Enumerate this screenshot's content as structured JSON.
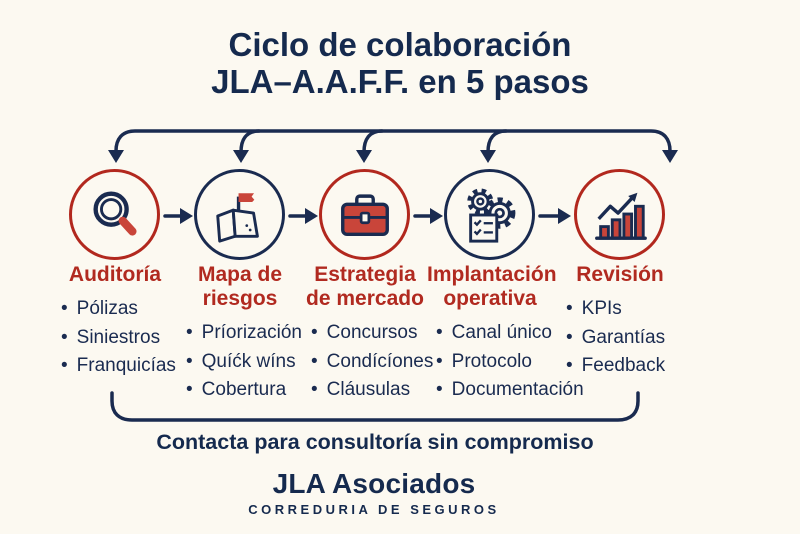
{
  "title": {
    "line1": "Ciclo de colaboración",
    "line2": "JLA–A.A.F.F. en 5 pasos"
  },
  "steps": [
    {
      "name": "Auditoría",
      "icon": "magnifier-icon",
      "title_lines": [
        "Auditoría"
      ],
      "items": [
        "Pólizas",
        "Siniestros",
        "Franquicías"
      ]
    },
    {
      "name": "Mapa de riesgos",
      "icon": "map-flag-icon",
      "title_lines": [
        "Mapa de",
        "riesgos"
      ],
      "items": [
        "Príorización",
        "Quíćk wíns",
        "Cobertura"
      ]
    },
    {
      "name": "Estrategia de mercado",
      "icon": "briefcase-icon",
      "title_lines": [
        "Estrategia",
        "de mercado"
      ],
      "items": [
        "Concursos",
        "Condícíones",
        "Cláusulas"
      ]
    },
    {
      "name": "Implantación operativa",
      "icon": "gears-checklist-icon",
      "title_lines": [
        "Implantación",
        "operativa"
      ],
      "items": [
        "Canal único",
        "Protocolo",
        "Documentación"
      ]
    },
    {
      "name": "Revisión",
      "icon": "growth-chart-icon",
      "title_lines": [
        "Revisión"
      ],
      "items": [
        "KPIs",
        "Garantías",
        "Feedback"
      ]
    }
  ],
  "footer": {
    "cta": "Contacta para consultoría sin compromiso",
    "brand": "JLA Asociados",
    "brand_subtitle": "CORREDURIA DE SEGUROS"
  },
  "colors": {
    "navy": "#1a2b50",
    "red": "#b12a20",
    "icon_red": "#c9453a",
    "background": "#fcf9f1"
  }
}
